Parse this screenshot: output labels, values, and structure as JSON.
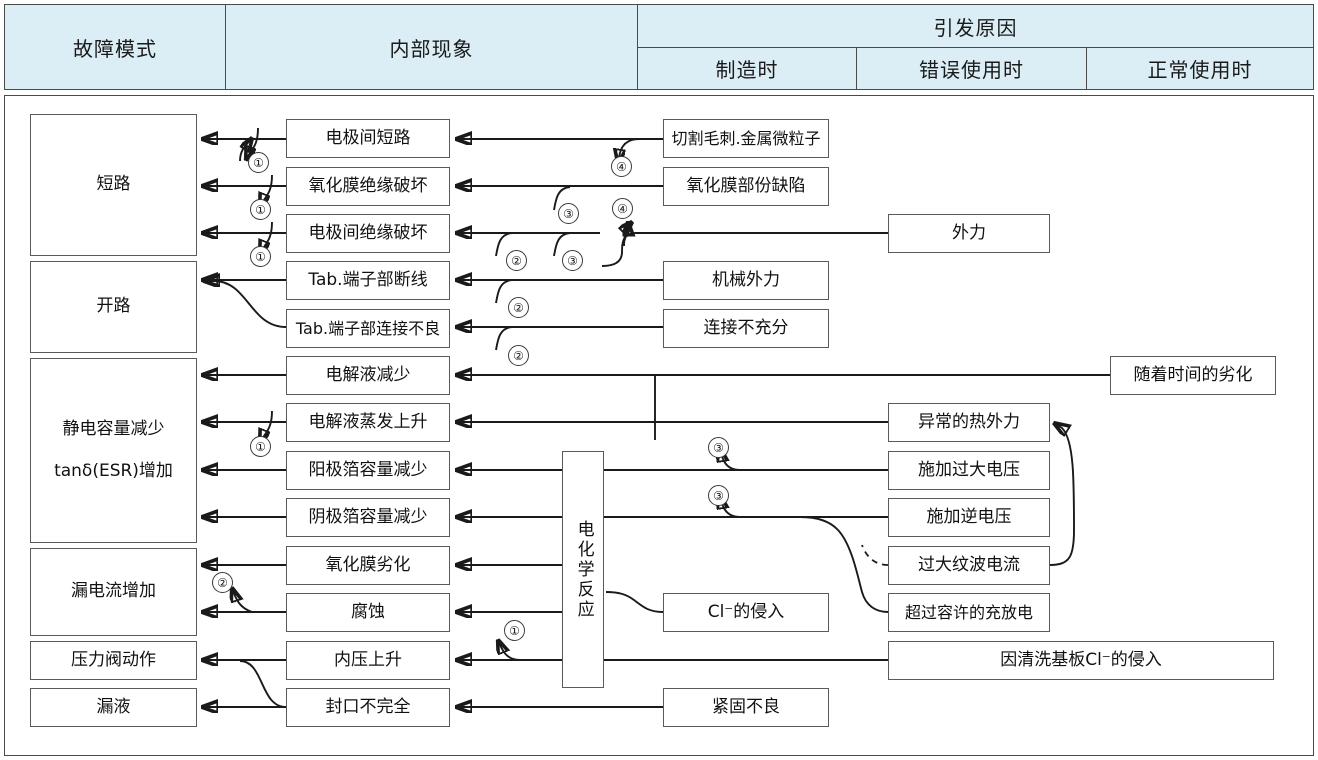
{
  "header": {
    "col_failure_mode": "故障模式",
    "col_internal_phenomenon": "内部现象",
    "col_cause": "引发原因",
    "sub_manufacture": "制造时",
    "sub_misuse": "错误使用时",
    "sub_normal": "正常使用时"
  },
  "failure_modes": [
    {
      "label": "短路"
    },
    {
      "label": "开路"
    },
    {
      "label": "静电容量减少",
      "label2": "tanδ(ESR)增加"
    },
    {
      "label": "漏电流增加"
    },
    {
      "label": "压力阀动作"
    },
    {
      "label": "漏液"
    }
  ],
  "internal_phenomena": [
    {
      "label": "电极间短路"
    },
    {
      "label": "氧化膜绝缘破坏"
    },
    {
      "label": "电极间绝缘破坏"
    },
    {
      "label": "Tab.端子部断线"
    },
    {
      "label": "Tab.端子部连接不良"
    },
    {
      "label": "电解液减少"
    },
    {
      "label": "电解液蒸发上升"
    },
    {
      "label": "阳极箔容量减少"
    },
    {
      "label": "阴极箔容量减少"
    },
    {
      "label": "氧化膜劣化"
    },
    {
      "label": "腐蚀"
    },
    {
      "label": "内压上升"
    },
    {
      "label": "封口不完全"
    }
  ],
  "reaction_node": {
    "label": "电化学反应"
  },
  "causes_manufacture": [
    {
      "label": "切割毛刺.金属微粒子"
    },
    {
      "label": "氧化膜部份缺陷"
    },
    {
      "label": "机械外力"
    },
    {
      "label": "连接不充分"
    },
    {
      "label": "紧固不良"
    }
  ],
  "causes_misuse": [
    {
      "label": "外力"
    },
    {
      "label": "异常的热外力"
    },
    {
      "label": "施加过大电压"
    },
    {
      "label": "施加逆电压"
    },
    {
      "label": "过大纹波电流"
    },
    {
      "label": "超过容许的充放电"
    },
    {
      "label": "Cl⁻的侵入"
    },
    {
      "label": "因清洗基板Cl⁻的侵入"
    }
  ],
  "causes_normal": [
    {
      "label": "随着时间的劣化"
    }
  ],
  "markers": [
    {
      "n": "①"
    },
    {
      "n": "②"
    },
    {
      "n": "③"
    },
    {
      "n": "④"
    }
  ],
  "colors": {
    "header_bg": "#dbeef5",
    "border": "#4a4a4a",
    "line": "#1a1a1a",
    "text": "#111111"
  }
}
